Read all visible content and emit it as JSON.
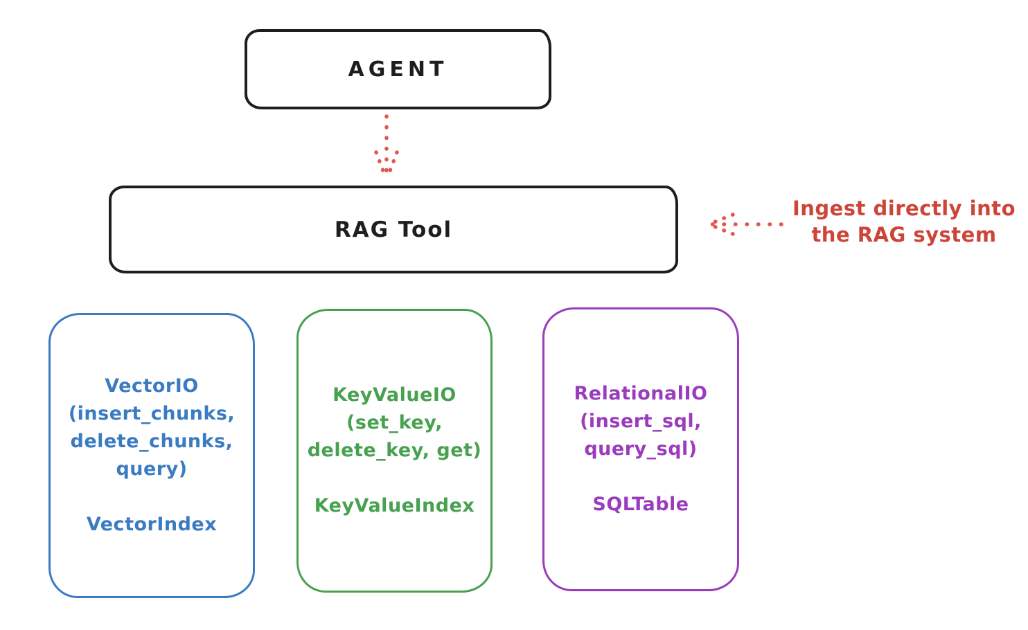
{
  "agent_box": {
    "label": "AGENT"
  },
  "rag_tool_box": {
    "label": "RAG Tool"
  },
  "annotation": {
    "line1": "Ingest directly into",
    "line2": "the RAG system"
  },
  "io_boxes": [
    {
      "id": "vector-io",
      "lines": [
        "VectorIO",
        "(insert_chunks,",
        "delete_chunks,",
        "query)"
      ],
      "index_label": "VectorIndex"
    },
    {
      "id": "keyvalue-io",
      "lines": [
        "KeyValueIO",
        "(set_key,",
        "delete_key, get)"
      ],
      "index_label": "KeyValueIndex"
    },
    {
      "id": "relational-io",
      "lines": [
        "RelationalIO",
        "(insert_sql,",
        "query_sql)"
      ],
      "index_label": "SQLTable"
    }
  ],
  "colors": {
    "ink": "#1e1e1e",
    "red_arrow": "#e0574f",
    "red_text": "#cd4438",
    "blue": "#3a7bc2",
    "green": "#47a14f",
    "purple": "#9a3cbd"
  }
}
